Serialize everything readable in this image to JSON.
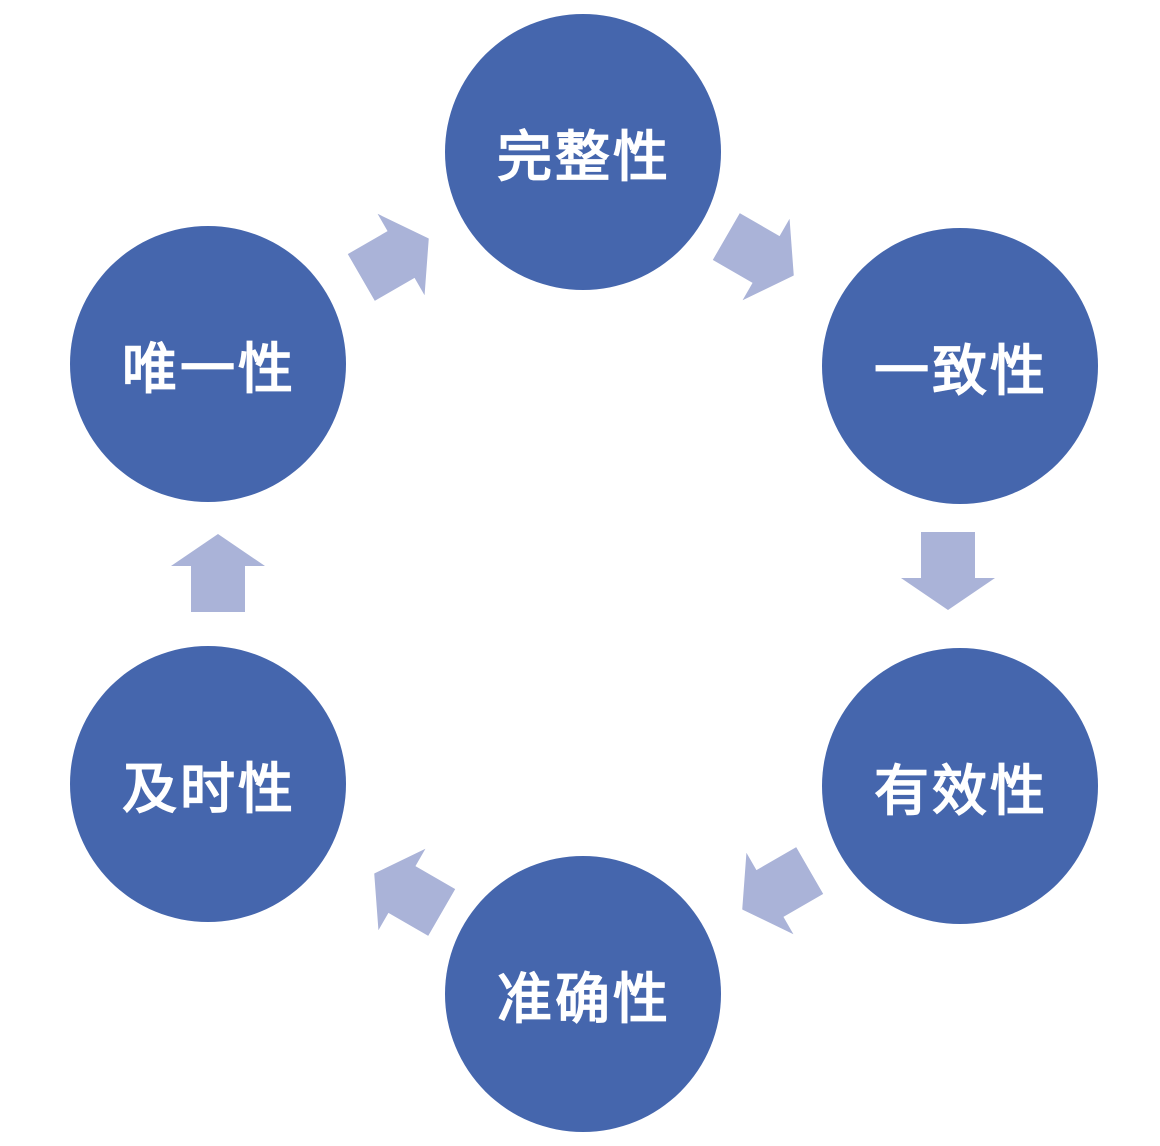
{
  "diagram": {
    "type": "cycle",
    "direction": "clockwise",
    "nodes": [
      {
        "id": "completeness",
        "label": "完整性",
        "position": "top"
      },
      {
        "id": "consistency",
        "label": "一致性",
        "position": "top-right"
      },
      {
        "id": "validity",
        "label": "有效性",
        "position": "bottom-right"
      },
      {
        "id": "accuracy",
        "label": "准确性",
        "position": "bottom"
      },
      {
        "id": "timeliness",
        "label": "及时性",
        "position": "bottom-left"
      },
      {
        "id": "uniqueness",
        "label": "唯一性",
        "position": "top-left"
      }
    ],
    "arrows": [
      {
        "from": "uniqueness",
        "to": "completeness"
      },
      {
        "from": "completeness",
        "to": "consistency"
      },
      {
        "from": "consistency",
        "to": "validity"
      },
      {
        "from": "validity",
        "to": "accuracy"
      },
      {
        "from": "accuracy",
        "to": "timeliness"
      },
      {
        "from": "timeliness",
        "to": "uniqueness"
      }
    ],
    "colors": {
      "node_fill": "#4566AD",
      "node_text": "#FFFFFF",
      "arrow_fill": "#AAB3D8",
      "background": "#FFFFFF"
    }
  }
}
